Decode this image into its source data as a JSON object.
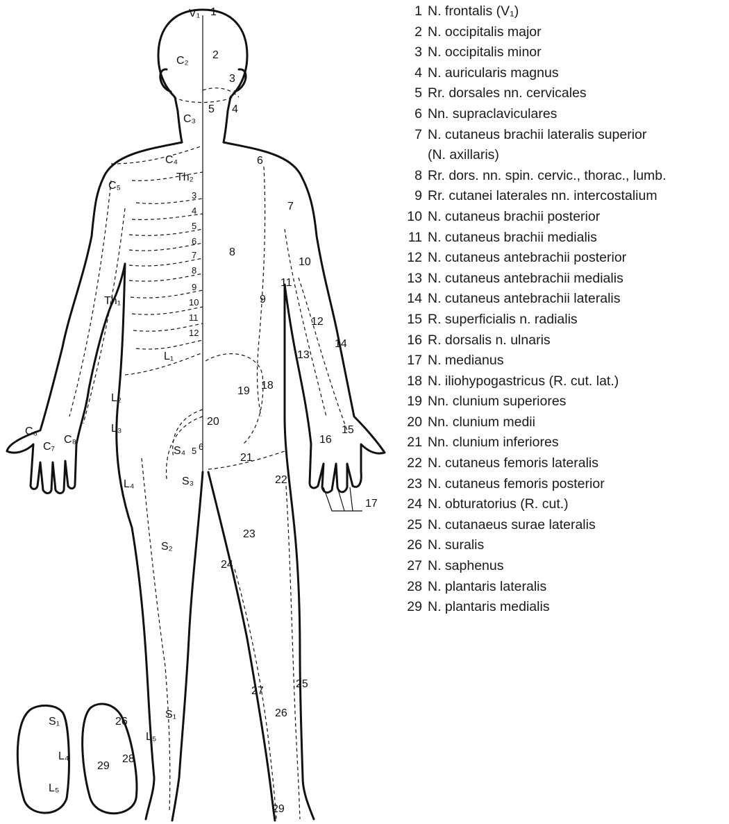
{
  "legend": [
    {
      "num": "1",
      "text": "N. frontalis (V₁)"
    },
    {
      "num": "2",
      "text": "N. occipitalis major"
    },
    {
      "num": "3",
      "text": "N. occipitalis minor"
    },
    {
      "num": "4",
      "text": "N. auricularis magnus"
    },
    {
      "num": "5",
      "text": "Rr. dorsales nn. cervicales"
    },
    {
      "num": "6",
      "text": "Nn. supraclaviculares"
    },
    {
      "num": "7",
      "text": "N. cutaneus brachii lateralis superior"
    },
    {
      "num": "",
      "text": "(N. axillaris)"
    },
    {
      "num": "8",
      "text": "Rr. dors. nn. spin. cervic., thorac., lumb."
    },
    {
      "num": "9",
      "text": "Rr. cutanei laterales nn. intercostalium"
    },
    {
      "num": "10",
      "text": "N. cutaneus brachii posterior"
    },
    {
      "num": "11",
      "text": "N. cutaneus brachii medialis"
    },
    {
      "num": "12",
      "text": "N. cutaneus antebrachii posterior"
    },
    {
      "num": "13",
      "text": "N. cutaneus antebrachii medialis"
    },
    {
      "num": "14",
      "text": "N. cutaneus antebrachii lateralis"
    },
    {
      "num": "15",
      "text": "R. superficialis n. radialis"
    },
    {
      "num": "16",
      "text": "R. dorsalis n. ulnaris"
    },
    {
      "num": "17",
      "text": "N. medianus"
    },
    {
      "num": "18",
      "text": "N. iliohypogastricus (R. cut. lat.)"
    },
    {
      "num": "19",
      "text": "Nn. clunium superiores"
    },
    {
      "num": "20",
      "text": "Nn. clunium medii"
    },
    {
      "num": "21",
      "text": "Nn. clunium inferiores"
    },
    {
      "num": "22",
      "text": "N. cutaneus femoris lateralis"
    },
    {
      "num": "23",
      "text": "N. cutaneus femoris posterior"
    },
    {
      "num": "24",
      "text": "N. obturatorius (R. cut.)"
    },
    {
      "num": "25",
      "text": "N. cutanaeus surae lateralis"
    },
    {
      "num": "26",
      "text": "N. suralis"
    },
    {
      "num": "27",
      "text": "N. saphenus"
    },
    {
      "num": "28",
      "text": "N. plantaris lateralis"
    },
    {
      "num": "29",
      "text": "N. plantaris medialis"
    }
  ],
  "figure_labels": {
    "V1": "V₁",
    "C2": "C₂",
    "C3": "C₃",
    "C4": "C₄",
    "C5": "C₅",
    "Th2": "Th₂",
    "Th1": "Th₁",
    "C6": "C₆",
    "C7": "C₇",
    "C8": "C₈",
    "L1": "L₁",
    "L2": "L₂",
    "L3": "L₃",
    "L4": "L₄",
    "L5": "L₅",
    "S1": "S₁",
    "S2": "S₂",
    "S3": "S₃",
    "S4": "S₄",
    "S5": "5",
    "S6": "6",
    "t3": "3",
    "t4": "4",
    "t5": "5",
    "t6": "6",
    "t7": "7",
    "t8": "8",
    "t9": "9",
    "t10": "10",
    "t11": "11",
    "t12": "12",
    "n1": "1",
    "n2": "2",
    "n3": "3",
    "n4": "4",
    "n5": "5",
    "n6": "6",
    "n7": "7",
    "n8": "8",
    "n9": "9",
    "n10": "10",
    "n11": "11",
    "n12": "12",
    "n13": "13",
    "n14": "14",
    "n15": "15",
    "n16": "16",
    "n17": "17",
    "n18": "18",
    "n19": "19",
    "n20": "20",
    "n21": "21",
    "n22": "22",
    "n23": "23",
    "n24": "24",
    "n25": "25",
    "n26": "26",
    "n27": "27",
    "n28": "28",
    "n29": "29"
  }
}
